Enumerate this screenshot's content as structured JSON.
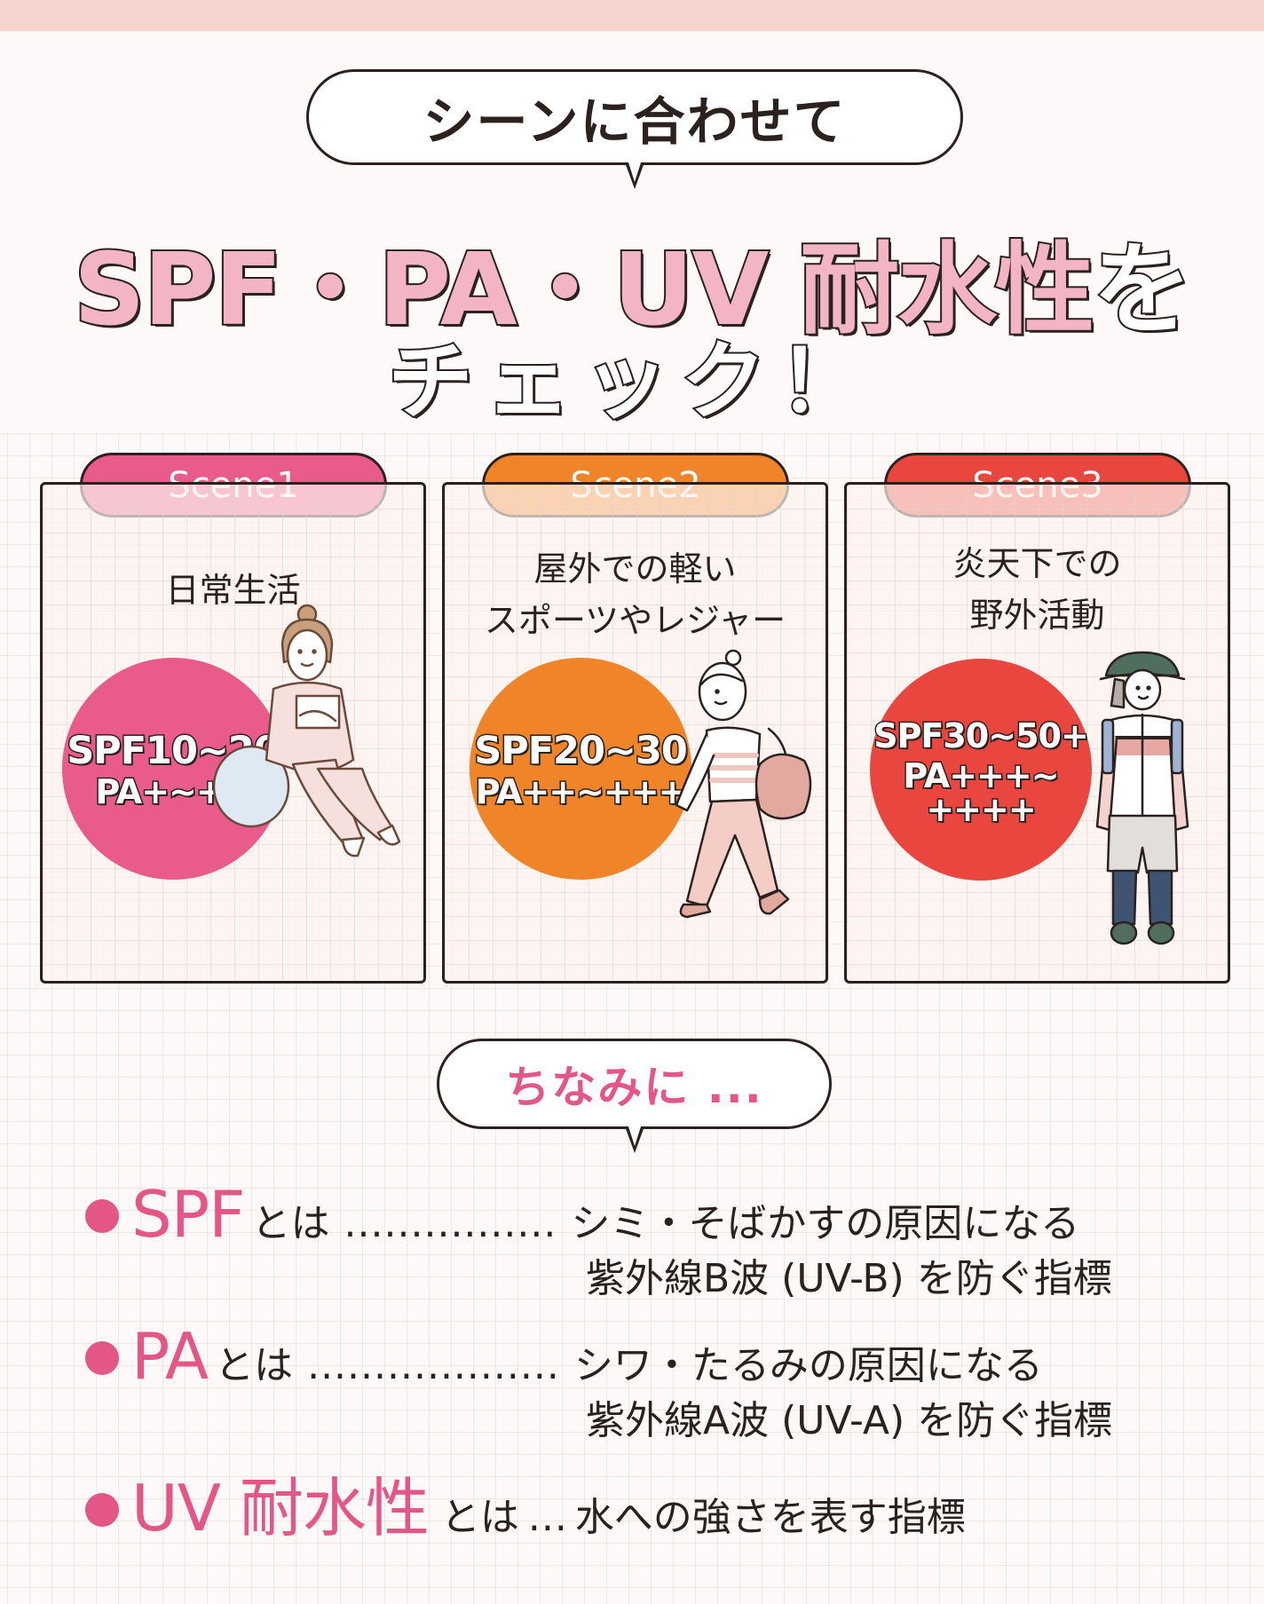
{
  "page": {
    "top_band_color": "#f7d3cd",
    "background_color": "#fdf9f8"
  },
  "intro_bubble": {
    "text": "シーンに合わせて"
  },
  "headline": {
    "line1_pink": "SPF・PA・UV 耐水性",
    "line1_suffix": "を",
    "line2": "チェック！",
    "fill_color": "#f3b4c3",
    "outline_color": "#2b2220"
  },
  "scenes": [
    {
      "tab": "Scene1",
      "color": "#e85b8a",
      "description_lines": [
        "日常生活"
      ],
      "spf": "SPF10~20",
      "pa": "PA+~++",
      "illustration": "woman-sitting-reading"
    },
    {
      "tab": "Scene2",
      "color": "#f08429",
      "description_lines": [
        "屋外での軽い",
        "スポーツやレジャー"
      ],
      "spf": "SPF20~30",
      "pa": "PA++~+++",
      "illustration": "woman-walking-with-bag"
    },
    {
      "tab": "Scene3",
      "color": "#e8463f",
      "description_lines": [
        "炎天下での",
        "野外活動"
      ],
      "spf": "SPF30~50+",
      "pa": "PA+++~ ++++",
      "illustration": "hiker-with-backpack"
    }
  ],
  "note_bubble": {
    "text": "ちなみに ...",
    "color": "#e45588"
  },
  "definitions": [
    {
      "term": "SPF",
      "connector": "とは",
      "leader": "................",
      "lines": [
        "シミ・そばかすの原因になる",
        "紫外線B波 (UV-B) を防ぐ指標"
      ]
    },
    {
      "term": "PA",
      "connector": "とは",
      "leader": "...................",
      "lines": [
        "シワ・たるみの原因になる",
        "紫外線A波 (UV-A) を防ぐ指標"
      ]
    },
    {
      "term": "UV 耐水性",
      "connector": "とは",
      "leader": "...",
      "lines": [
        "水への強さを表す指標"
      ]
    }
  ]
}
